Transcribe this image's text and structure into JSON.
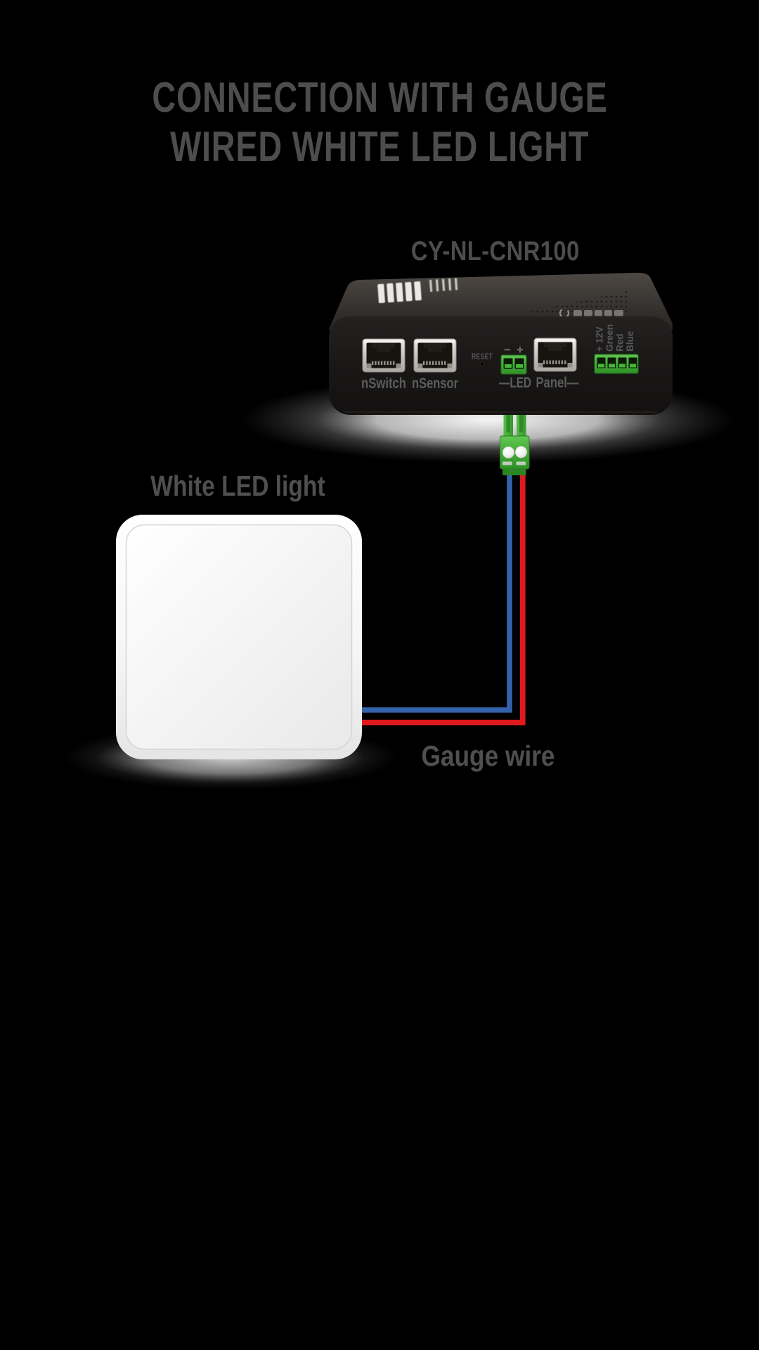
{
  "title": {
    "line1": "CONNECTION WITH GAUGE",
    "line2": "WIRED WHITE LED LIGHT"
  },
  "device": {
    "model": "CY-NL-CNR100",
    "front_panel": {
      "port1_label": "nSwitch",
      "port2_label": "nSensor",
      "reset_label": "RESET",
      "led_terminal": {
        "minus": "−",
        "plus": "+",
        "label": "—LED"
      },
      "panel_port_label": "Panel—",
      "output_terminal_labels": [
        "+ 12V",
        "Green",
        "Red",
        "Blue"
      ]
    }
  },
  "led_panel": {
    "label": "White LED light"
  },
  "wiring": {
    "label": "Gauge wire",
    "negative_wire_color": "#3263ab",
    "positive_wire_color": "#df1a1e",
    "connector_color": "#46ae38"
  },
  "colors": {
    "background": "#000000",
    "caption_text": "#4d4d4d",
    "device_panel_text": "#5c5c5c",
    "device_body": "#1b1918",
    "panel_white": "#f4f4f4"
  },
  "icons": {
    "brand_logo": "brand-logo-icon",
    "device_top_label": "device-top-label"
  }
}
